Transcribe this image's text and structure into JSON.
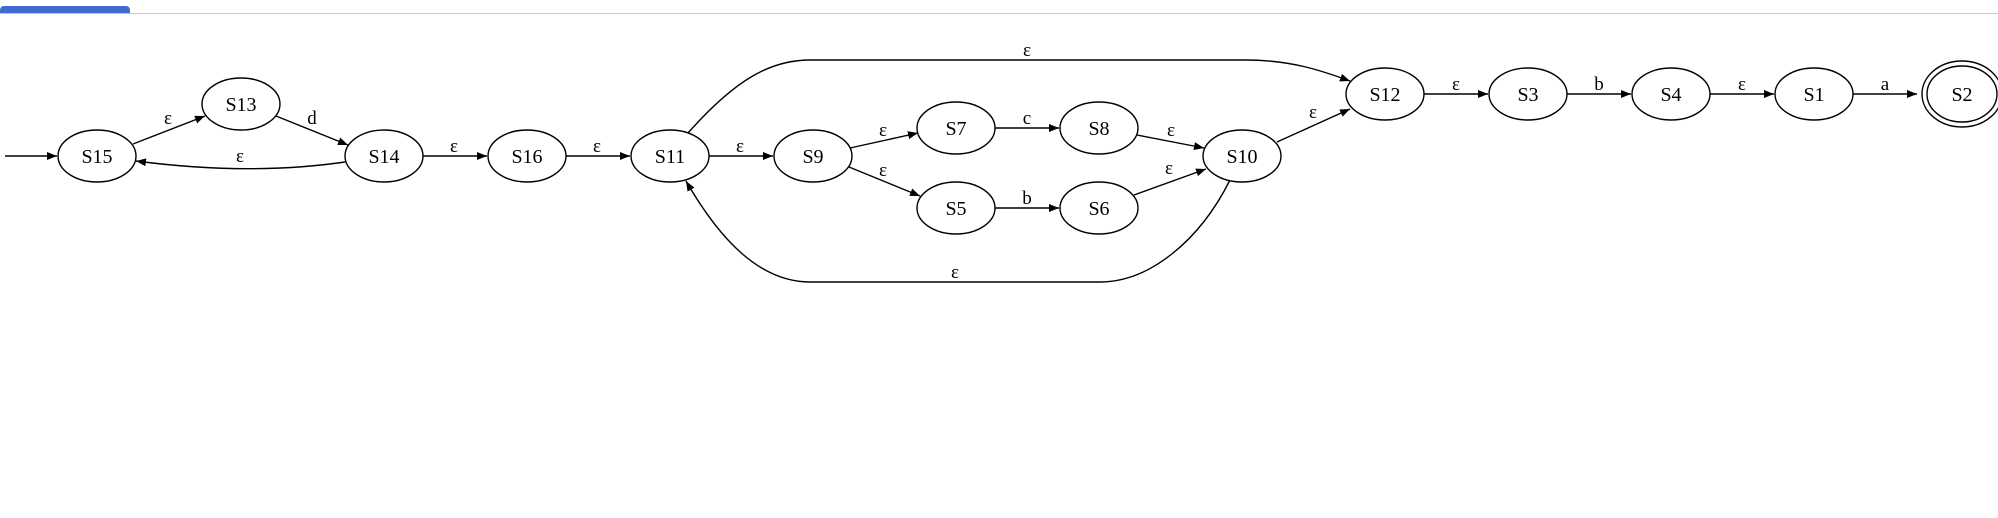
{
  "diagram": {
    "nodes": [
      {
        "id": "S15",
        "label": "S15"
      },
      {
        "id": "S13",
        "label": "S13"
      },
      {
        "id": "S14",
        "label": "S14"
      },
      {
        "id": "S16",
        "label": "S16"
      },
      {
        "id": "S11",
        "label": "S11"
      },
      {
        "id": "S9",
        "label": "S9"
      },
      {
        "id": "S7",
        "label": "S7"
      },
      {
        "id": "S8",
        "label": "S8"
      },
      {
        "id": "S5",
        "label": "S5"
      },
      {
        "id": "S6",
        "label": "S6"
      },
      {
        "id": "S10",
        "label": "S10"
      },
      {
        "id": "S12",
        "label": "S12"
      },
      {
        "id": "S3",
        "label": "S3"
      },
      {
        "id": "S4",
        "label": "S4"
      },
      {
        "id": "S1",
        "label": "S1"
      },
      {
        "id": "S2",
        "label": "S2",
        "accepting": true
      }
    ],
    "edges": [
      {
        "id": "e-start-S15",
        "from": "",
        "to": "S15",
        "label": ""
      },
      {
        "id": "e-S15-S13",
        "from": "S15",
        "to": "S13",
        "label": "ε"
      },
      {
        "id": "e-S13-S14",
        "from": "S13",
        "to": "S14",
        "label": "d"
      },
      {
        "id": "e-S14-S15",
        "from": "S14",
        "to": "S15",
        "label": "ε"
      },
      {
        "id": "e-S14-S16",
        "from": "S14",
        "to": "S16",
        "label": "ε"
      },
      {
        "id": "e-S16-S11",
        "from": "S16",
        "to": "S11",
        "label": "ε"
      },
      {
        "id": "e-S11-S9",
        "from": "S11",
        "to": "S9",
        "label": "ε"
      },
      {
        "id": "e-S11-S12",
        "from": "S11",
        "to": "S12",
        "label": "ε"
      },
      {
        "id": "e-S9-S7",
        "from": "S9",
        "to": "S7",
        "label": "ε"
      },
      {
        "id": "e-S9-S5",
        "from": "S9",
        "to": "S5",
        "label": "ε"
      },
      {
        "id": "e-S7-S8",
        "from": "S7",
        "to": "S8",
        "label": "c"
      },
      {
        "id": "e-S5-S6",
        "from": "S5",
        "to": "S6",
        "label": "b"
      },
      {
        "id": "e-S8-S10",
        "from": "S8",
        "to": "S10",
        "label": "ε"
      },
      {
        "id": "e-S6-S10",
        "from": "S6",
        "to": "S10",
        "label": "ε"
      },
      {
        "id": "e-S10-S11",
        "from": "S10",
        "to": "S11",
        "label": "ε"
      },
      {
        "id": "e-S10-S12",
        "from": "S10",
        "to": "S12",
        "label": "ε"
      },
      {
        "id": "e-S12-S3",
        "from": "S12",
        "to": "S3",
        "label": "ε"
      },
      {
        "id": "e-S3-S4",
        "from": "S3",
        "to": "S4",
        "label": "b"
      },
      {
        "id": "e-S4-S1",
        "from": "S4",
        "to": "S1",
        "label": "ε"
      },
      {
        "id": "e-S1-S2",
        "from": "S1",
        "to": "S2",
        "label": "a"
      }
    ]
  },
  "colors": {
    "stroke": "#000000",
    "tab_accent": "#3d6bd1",
    "rule": "#c8c8c8"
  }
}
